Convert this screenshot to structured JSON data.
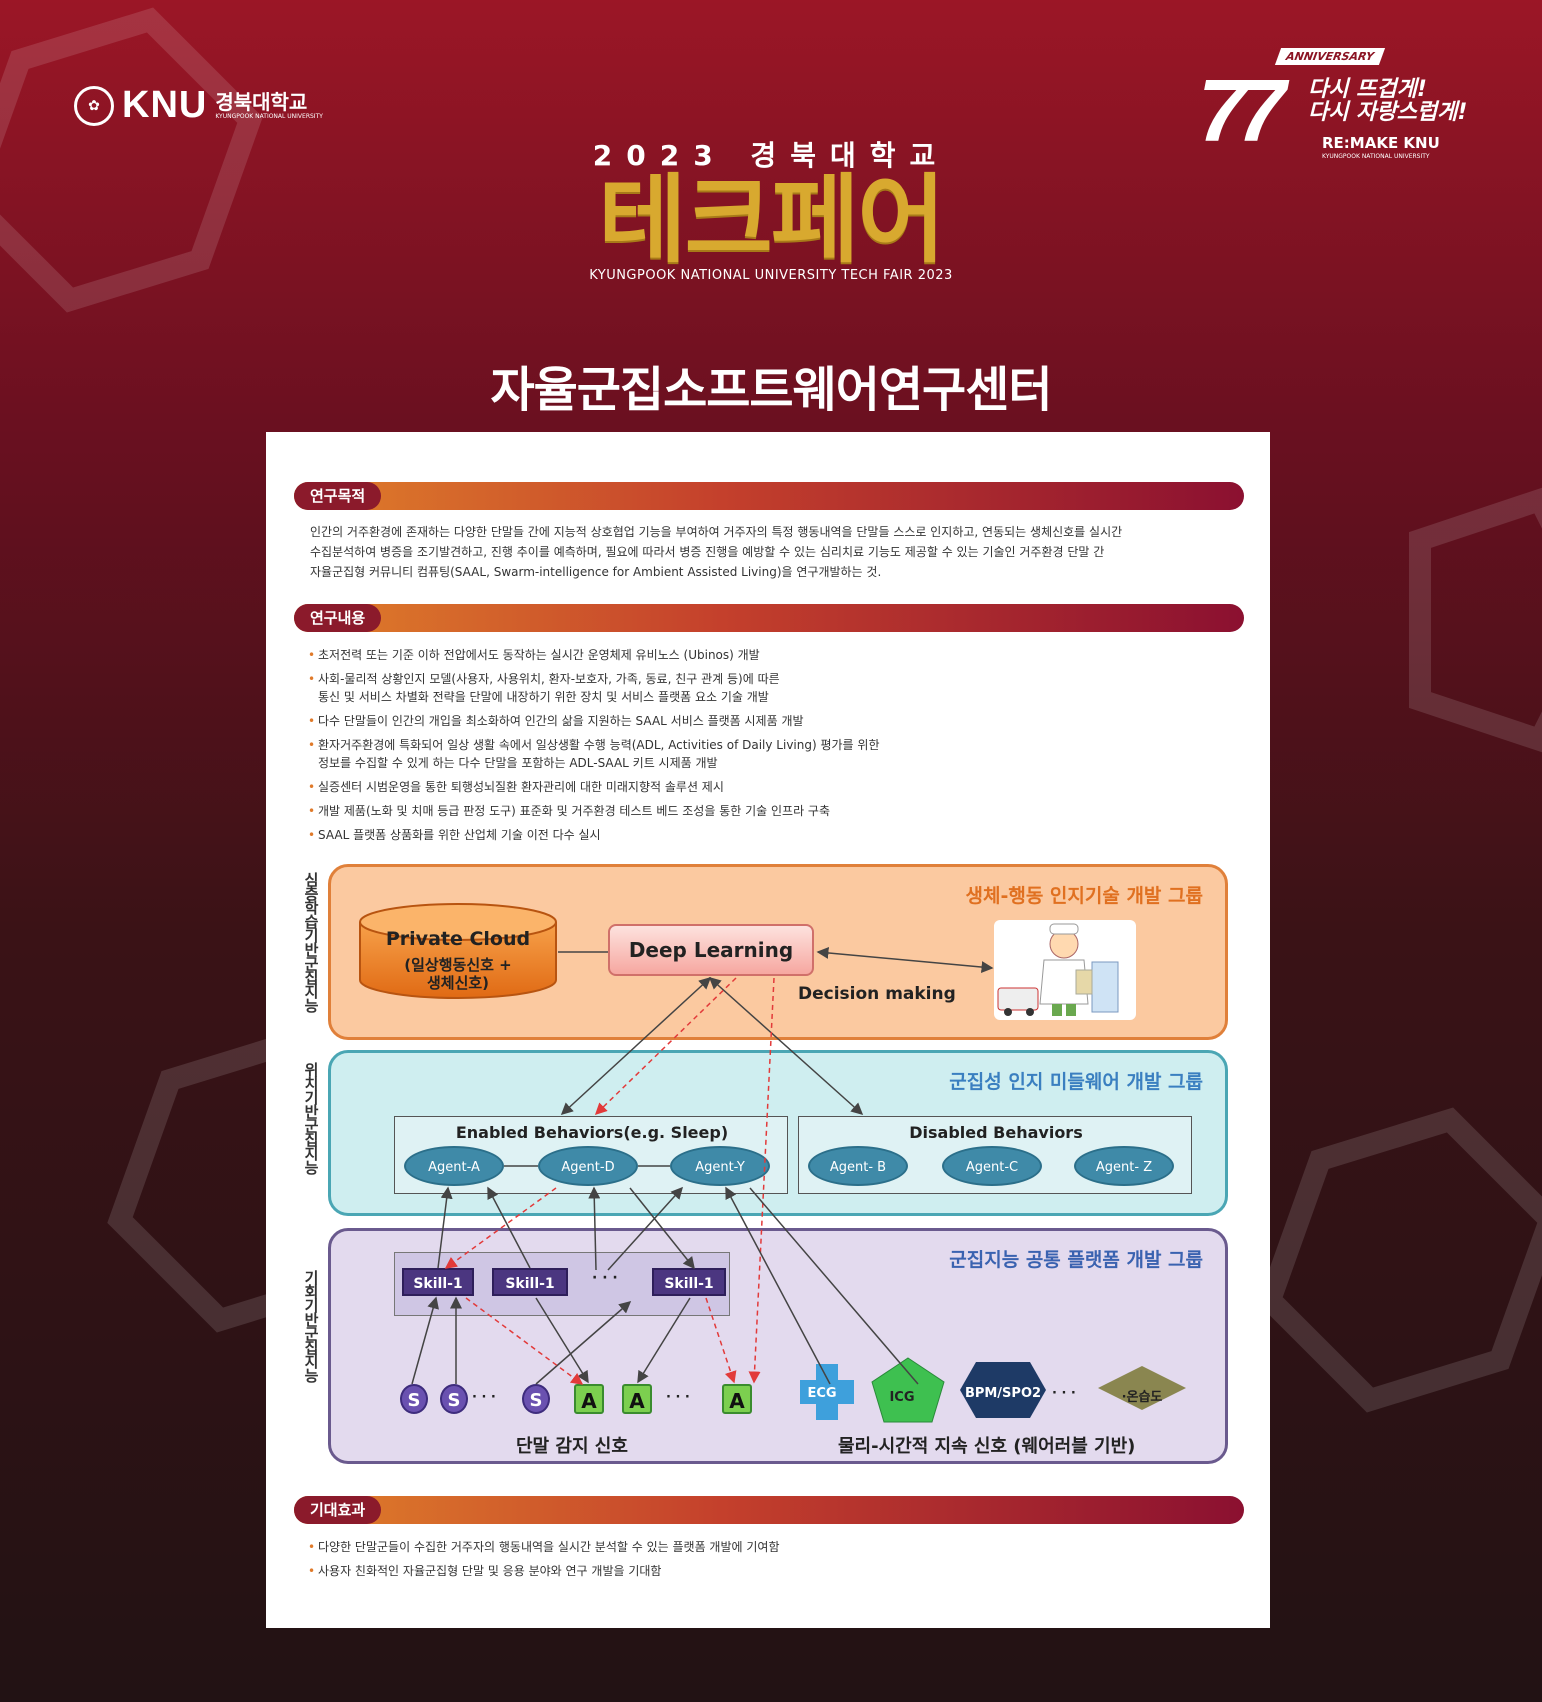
{
  "header": {
    "knu_logo": "KNU",
    "knu_kr": "경북대학교",
    "knu_en_small": "KYUNGPOOK NATIONAL UNIVERSITY",
    "anniv_num": "77",
    "anniv_badge": "ANNIVERSARY",
    "anniv_slogan_1": "다시 뜨겁게!",
    "anniv_slogan_2": "다시 자랑스럽게!",
    "anniv_remake": "RE:MAKE KNU",
    "anniv_remake_sub": "KYUNGPOOK NATIONAL UNIVERSITY",
    "year_line": "2023 경북대학교",
    "fair_title": "테크페어",
    "fair_en": "KYUNGPOOK NATIONAL UNIVERSITY TECH FAIR 2023",
    "center_title": "자율군집소프트웨어연구센터"
  },
  "sections": {
    "purpose": {
      "tag": "연구목적",
      "lines": [
        "인간의 거주환경에 존재하는 다양한 단말들 간에 지능적 상호협업 기능을 부여하여 거주자의 특정 행동내역을 단말들 스스로 인지하고, 연동되는 생체신호를 실시간",
        "수집분석하여 병증을 조기발견하고, 진행 추이를 예측하며, 필요에 따라서 병증 진행을 예방할 수 있는 심리치료 기능도 제공할 수 있는 기술인 거주환경 단말 간",
        "자율군집형 커뮤니티 컴퓨팅(SAAL, Swarm-intelligence for Ambient Assisted Living)을 연구개발하는 것."
      ]
    },
    "content": {
      "tag": "연구내용",
      "items": [
        [
          "초저전력 또는 기준 이하 전압에서도 동작하는 실시간 운영체제 유비노스 (Ubinos) 개발"
        ],
        [
          "사회-물리적 상황인지 모델(사용자, 사용위치, 환자-보호자, 가족, 동료, 친구 관계 등)에 따른",
          "통신 및 서비스 차별화 전략을 단말에 내장하기 위한 장치 및 서비스 플랫폼 요소 기술 개발"
        ],
        [
          "다수 단말들이 인간의 개입을 최소화하여 인간의 삶을 지원하는 SAAL 서비스 플랫폼 시제품 개발"
        ],
        [
          "환자거주환경에 특화되어 일상 생활 속에서 일상생활 수행 능력(ADL, Activities of Daily Living) 평가를 위한",
          "정보를 수집할 수 있게 하는 다수 단말을 포함하는 ADL-SAAL 키트 시제품 개발"
        ],
        [
          "실증센터 시범운영을 통한 퇴행성뇌질환 환자관리에 대한 미래지향적 솔루션 제시"
        ],
        [
          "개발 제품(노화 및 치매 등급 판정 도구) 표준화 및 거주환경 테스트 베드 조성을 통한 기술 인프라 구축"
        ],
        [
          "SAAL 플랫폼 상품화를 위한 산업체 기술 이전 다수 실시"
        ]
      ]
    },
    "effect": {
      "tag": "기대효과",
      "items": [
        "다양한 단말군들이 수집한 거주자의 행동내역을 실시간 분석할 수 있는 플랫폼 개발에 기여함",
        "사용자 친화적인 자율군집형 단말 및 응용 분야와 연구 개발을 기대함"
      ]
    }
  },
  "diagram": {
    "vlabels": [
      "심층학습기반군집지능",
      "위치기반군집지능",
      "기회기반군집지능"
    ],
    "group1": {
      "title": "생체-행동 인지기술 개발 그룹",
      "cloud_title": "Private Cloud",
      "cloud_sub1": "(일상행동신호 +",
      "cloud_sub2": "생체신호)",
      "deep_learning": "Deep Learning",
      "decision": "Decision making",
      "doctor_icon": "doctor-illustration"
    },
    "group2": {
      "title": "군집성 인지 미들웨어 개발 그룹",
      "enabled": "Enabled Behaviors(e.g. Sleep)",
      "disabled": "Disabled Behaviors",
      "agents_enabled": [
        "Agent-A",
        "Agent-D",
        "Agent-Y"
      ],
      "agents_disabled": [
        "Agent- B",
        "Agent-C",
        "Agent- Z"
      ]
    },
    "group3": {
      "title": "군집지능 공통 플랫폼 개발 그룹",
      "skills": [
        "Skill-1",
        "Skill-1",
        "Skill-1"
      ],
      "skills_dots": "· · ·",
      "s_label": "S",
      "a_label": "A",
      "dots": "· · ·",
      "terminal_label": "단말 감지 신호",
      "ecg": "ECG",
      "icg": "ICG",
      "bpm": "BPM/SPO2",
      "temp": "·온습도",
      "wear_label": "물리-시간적 지속 신호 (웨어러블 기반)"
    },
    "colors": {
      "g1_bg": "#fbc9a0",
      "g1_border": "#e0803a",
      "g2_bg": "#cfeef0",
      "g2_border": "#4aa6b4",
      "g3_bg": "#e3daee",
      "g3_border": "#6a5a8e"
    }
  }
}
